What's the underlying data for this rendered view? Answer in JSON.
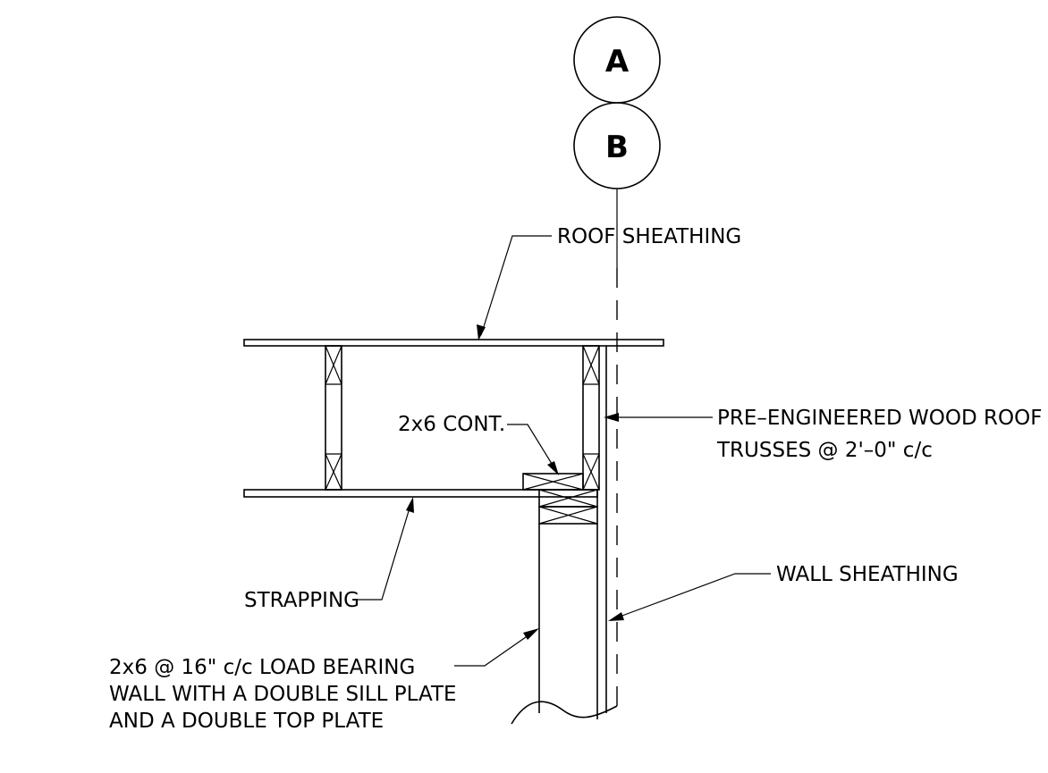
{
  "grid_bubbles": {
    "top": "A",
    "bottom": "B"
  },
  "labels": {
    "roof_sheathing": "ROOF SHEATHING",
    "cont_2x6": "2x6 CONT.",
    "trusses_line1": "PRE–ENGINEERED WOOD ROOF",
    "trusses_line2": "TRUSSES @ 2'–0\" c/c",
    "wall_sheathing": "WALL SHEATHING",
    "strapping": "STRAPPING",
    "wall_line1": "2x6 @ 16\" c/c LOAD BEARING",
    "wall_line2": "WALL WITH A DOUBLE SILL PLATE",
    "wall_line3": "AND A DOUBLE TOP PLATE"
  }
}
